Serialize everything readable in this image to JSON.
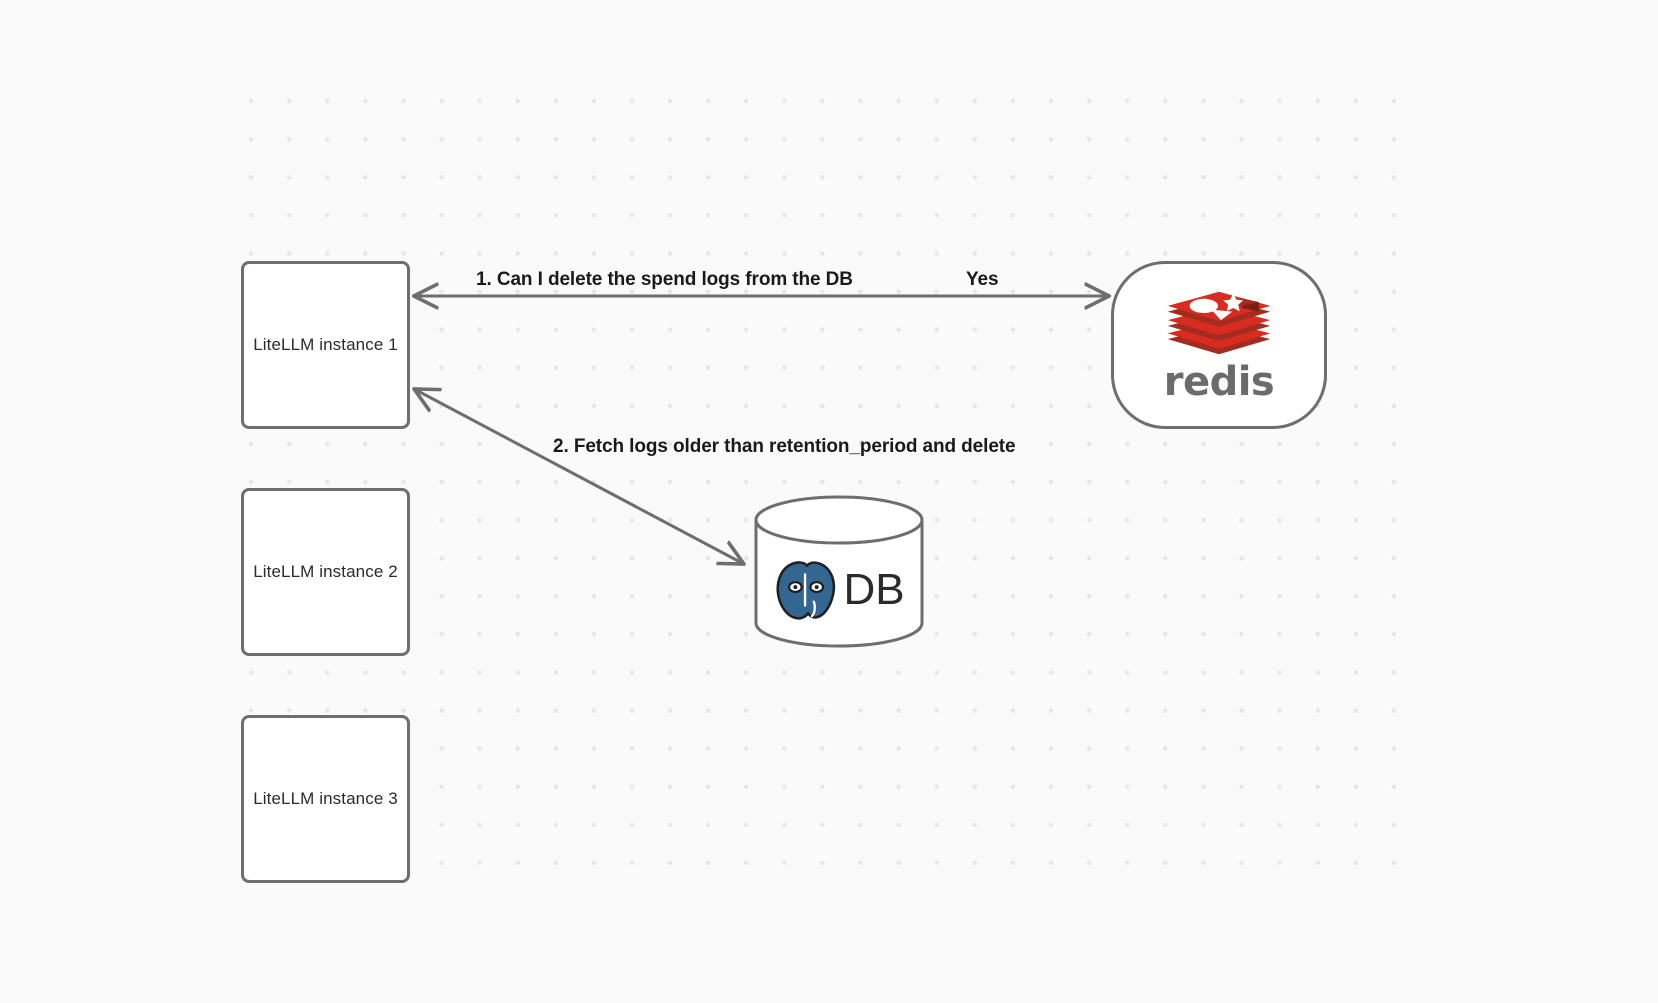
{
  "canvas": {
    "background_color": "#fafafa",
    "grid_dot_color": "#e6e7e8"
  },
  "nodes": [
    {
      "id": "instance-1",
      "label": "LiteLLM instance 1",
      "shape": "rounded-rect"
    },
    {
      "id": "instance-2",
      "label": "LiteLLM instance 2",
      "shape": "rounded-rect"
    },
    {
      "id": "instance-3",
      "label": "LiteLLM instance 3",
      "shape": "rounded-rect"
    },
    {
      "id": "redis",
      "label": "redis",
      "shape": "stadium",
      "brand_color": "#d82c20"
    },
    {
      "id": "db",
      "label": "DB",
      "shape": "cylinder",
      "brand_color": "#336791"
    }
  ],
  "instances": {
    "one": "LiteLLM instance 1",
    "two": "LiteLLM instance 2",
    "three": "LiteLLM instance 3"
  },
  "redis": {
    "wordmark": "redis"
  },
  "database": {
    "label": "DB"
  },
  "edges": {
    "step1_question": "1.  Can I delete the spend logs from the DB",
    "step1_answer": "Yes",
    "step2": "2.  Fetch logs older than retention_period and delete"
  },
  "colors": {
    "stroke": "#6e6e6e",
    "text": "#1a1a1a",
    "node_text": "#2b2b2b",
    "redis_red": "#d82c20",
    "redis_red_dark": "#a32b1f",
    "redis_gray": "#6b6b6b",
    "postgres_blue": "#336791"
  }
}
